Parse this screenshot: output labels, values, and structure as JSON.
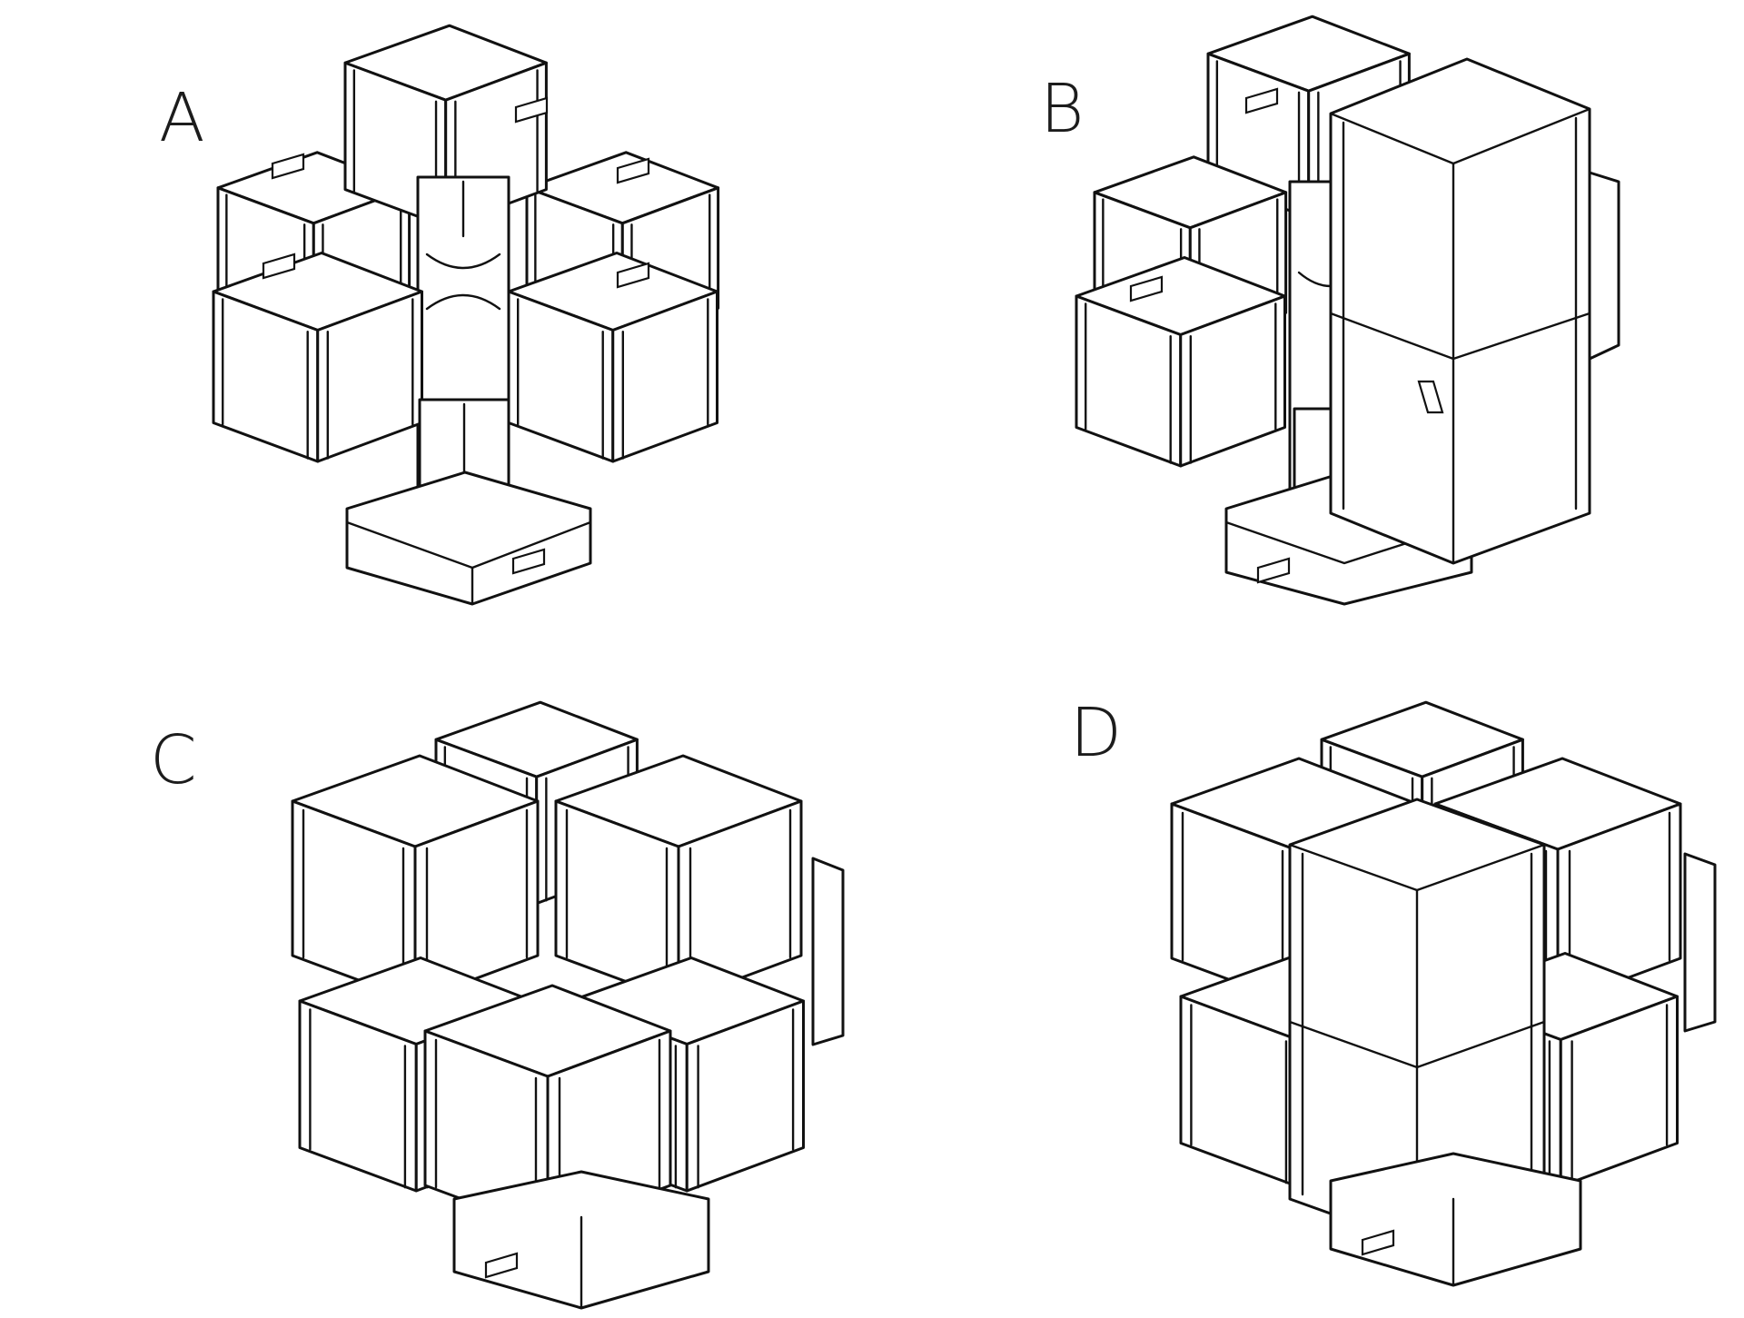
{
  "diagram": {
    "panels": [
      {
        "label": "A"
      },
      {
        "label": "B"
      },
      {
        "label": "C"
      },
      {
        "label": "D"
      }
    ]
  }
}
